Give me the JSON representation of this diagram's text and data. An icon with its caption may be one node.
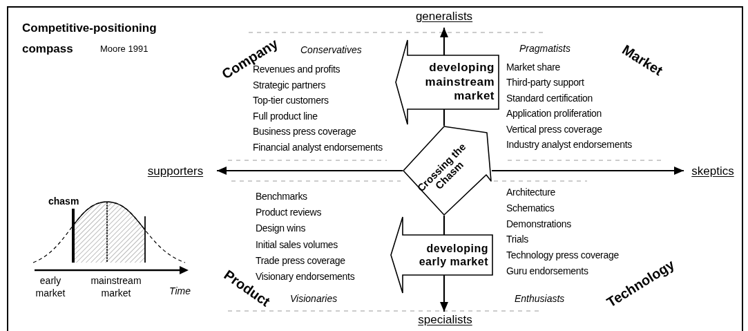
{
  "diagram": {
    "title": "Competitive-positioning compass",
    "nodes": [
      {
        "text": [
          "generalists"
        ]
      },
      {
        "text": [
          "developing mainstream market"
        ]
      },
      {
        "text": [
          "Crossing the Chasm"
        ]
      },
      {
        "text": [
          "supporters"
        ]
      },
      {
        "text": [
          "skeptics"
        ]
      },
      {
        "text": [
          "developing early market"
        ]
      },
      {
        "text": [
          "specialists"
        ]
      }
    ],
    "edges": [
      {
        "from": 1,
        "to": 0,
        "arrow": "to"
      },
      {
        "from": 2,
        "to": 1,
        "arrow": "none"
      },
      {
        "from": 2,
        "to": 3,
        "arrow": "to"
      },
      {
        "from": 2,
        "to": 4,
        "arrow": "to"
      },
      {
        "from": 5,
        "to": 2,
        "arrow": "none"
      },
      {
        "from": 5,
        "to": 6,
        "arrow": "to"
      }
    ],
    "labels": [
      "Moore 1991",
      "Company",
      "Conservatives",
      "Revenues and profits",
      "Strategic partners",
      "Top-tier customers",
      "Full product line",
      "Business press coverage",
      "Financial analyst endorsements",
      "Pragmatists",
      "Market",
      "Market share",
      "Third-party support",
      "Standard certification",
      "Application proliferation",
      "Vertical press coverage",
      "Industry analyst endorsements",
      "chasm",
      "Benchmarks",
      "Product reviews",
      "Design wins",
      "Initial sales volumes",
      "Trade press coverage",
      "Visionary endorsements",
      "Architecture",
      "Schematics",
      "Demonstrations",
      "Trials",
      "Technology press coverage",
      "Guru endorsements",
      "early market",
      "mainstream market",
      "Time",
      "Product",
      "Visionaries",
      "Enthusiasts",
      "Technology"
    ]
  }
}
